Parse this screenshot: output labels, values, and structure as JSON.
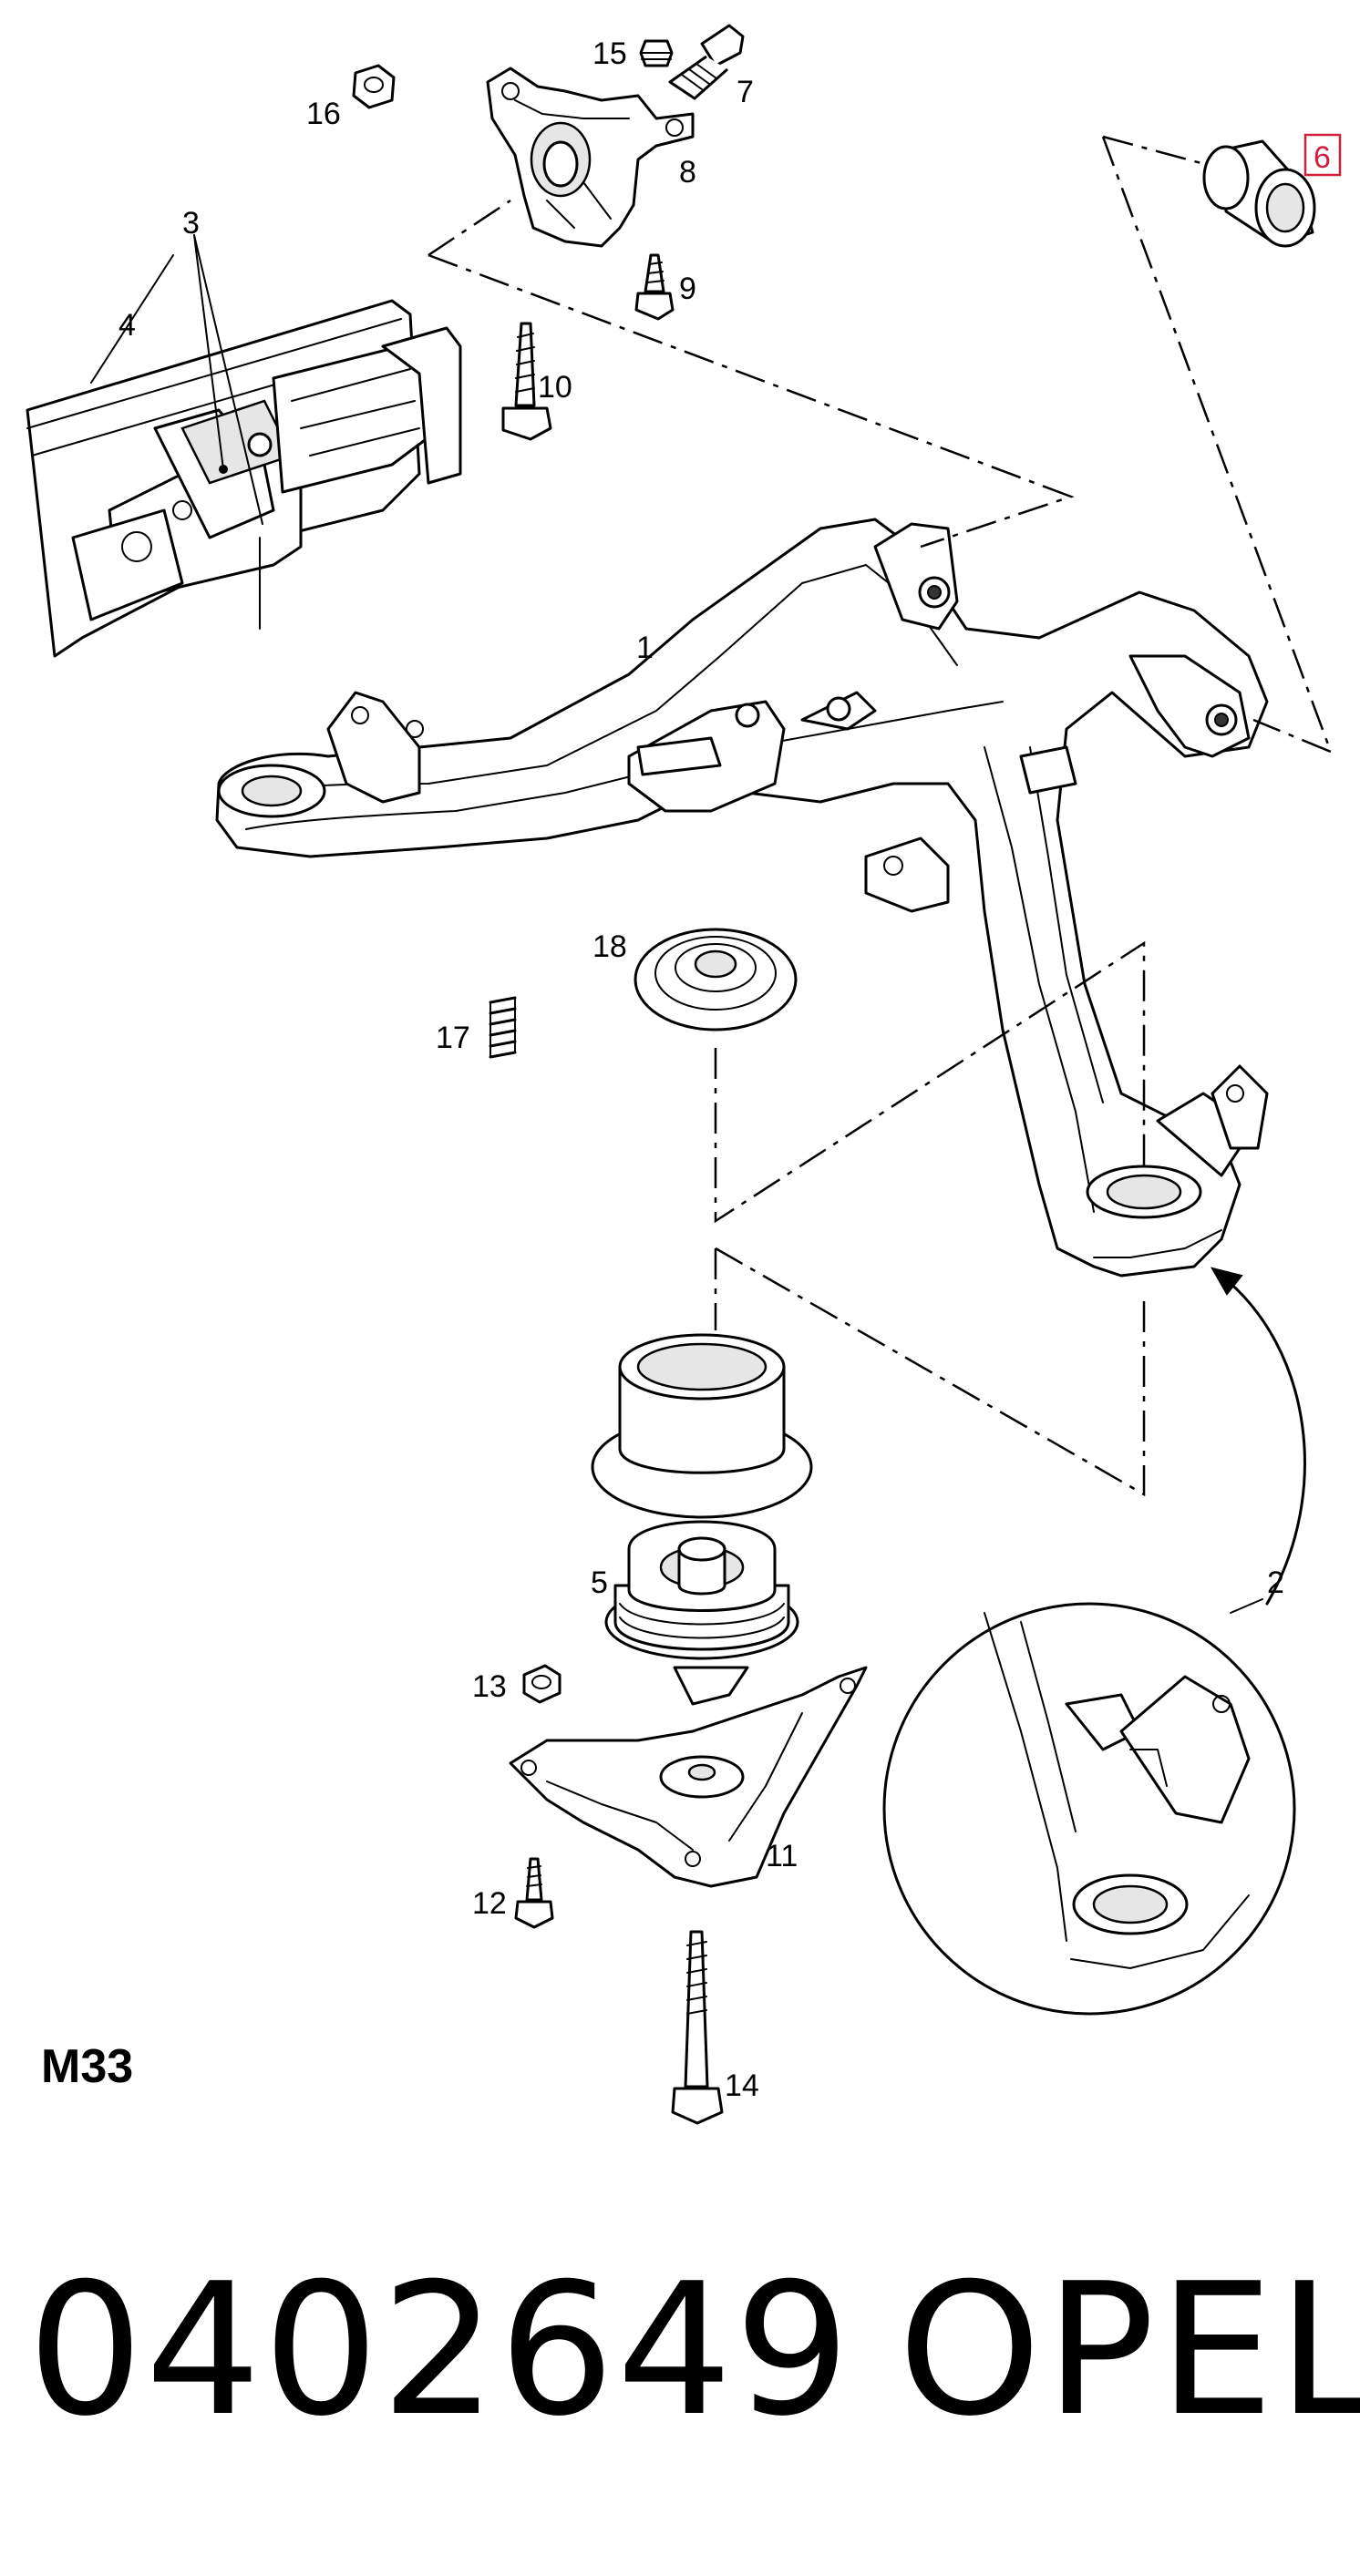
{
  "diagram": {
    "callouts": {
      "c1": "1",
      "c2": "2",
      "c3": "3",
      "c4": "4",
      "c5": "5",
      "c6": "6",
      "c7": "7",
      "c8": "8",
      "c9": "9",
      "c10": "10",
      "c11": "11",
      "c12": "12",
      "c13": "13",
      "c14": "14",
      "c15": "15",
      "c16": "16",
      "c17": "17",
      "c18": "18"
    },
    "highlighted_callout": "6",
    "highlight_color": "#d21f3c",
    "code": "M33"
  },
  "footer": {
    "part_number": "0402649",
    "brand": "OPEL"
  }
}
